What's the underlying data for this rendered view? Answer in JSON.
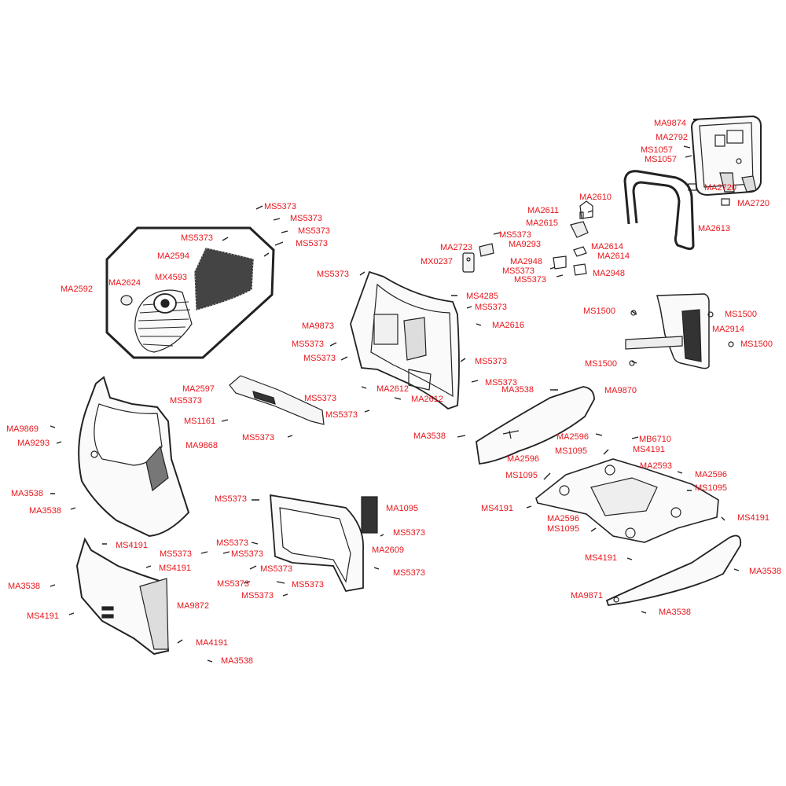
{
  "diagram": {
    "label_color": "#e8161c",
    "line_color": "#222222",
    "labels": [
      {
        "id": "MA9874",
        "text": "MA9874"
      },
      {
        "id": "MA2792",
        "text": "MA2792"
      },
      {
        "id": "MS1057a",
        "text": "MS1057"
      },
      {
        "id": "MS1057b",
        "text": "MS1057"
      },
      {
        "id": "MA2720a",
        "text": "MA2720"
      },
      {
        "id": "MA2720b",
        "text": "MA2720"
      },
      {
        "id": "MA2610",
        "text": "MA2610"
      },
      {
        "id": "MA2611",
        "text": "MA2611"
      },
      {
        "id": "MA2615",
        "text": "MA2615"
      },
      {
        "id": "MA2613",
        "text": "MA2613"
      },
      {
        "id": "MS5373_t1",
        "text": "MS5373"
      },
      {
        "id": "MS5373_t2",
        "text": "MS5373"
      },
      {
        "id": "MS5373_t3",
        "text": "MS5373"
      },
      {
        "id": "MS5373_t4",
        "text": "MS5373"
      },
      {
        "id": "MS5373_t5",
        "text": "MS5373"
      },
      {
        "id": "MA2594",
        "text": "MA2594"
      },
      {
        "id": "MA2592",
        "text": "MA2592"
      },
      {
        "id": "MA2624",
        "text": "MA2624"
      },
      {
        "id": "MX4593",
        "text": "MX4593"
      },
      {
        "id": "MS5373_c1",
        "text": "MS5373"
      },
      {
        "id": "MA9293a",
        "text": "MA9293"
      },
      {
        "id": "MA2723",
        "text": "MA2723"
      },
      {
        "id": "MX0237",
        "text": "MX0237"
      },
      {
        "id": "MA2614a",
        "text": "MA2614"
      },
      {
        "id": "MA2614b",
        "text": "MA2614"
      },
      {
        "id": "MA2948a",
        "text": "MA2948"
      },
      {
        "id": "MS5373_c2",
        "text": "MS5373"
      },
      {
        "id": "MS5373_c3",
        "text": "MS5373"
      },
      {
        "id": "MA2948b",
        "text": "MA2948"
      },
      {
        "id": "MS5373_m1",
        "text": "MS5373"
      },
      {
        "id": "MS4285",
        "text": "MS4285"
      },
      {
        "id": "MS5373_m2",
        "text": "MS5373"
      },
      {
        "id": "MA2616",
        "text": "MA2616"
      },
      {
        "id": "MA9873",
        "text": "MA9873"
      },
      {
        "id": "MS5373_m3",
        "text": "MS5373"
      },
      {
        "id": "MS5373_m4",
        "text": "MS5373"
      },
      {
        "id": "MS5373_m5",
        "text": "MS5373"
      },
      {
        "id": "MS5373_m6",
        "text": "MS5373"
      },
      {
        "id": "MS1500a",
        "text": "MS1500"
      },
      {
        "id": "MS1500b",
        "text": "MS1500"
      },
      {
        "id": "MA2914",
        "text": "MA2914"
      },
      {
        "id": "MS1500c",
        "text": "MS1500"
      },
      {
        "id": "MS1500d",
        "text": "MS1500"
      },
      {
        "id": "MA2597",
        "text": "MA2597"
      },
      {
        "id": "MS5373_m7",
        "text": "MS5373"
      },
      {
        "id": "MA2612a",
        "text": "MA2612"
      },
      {
        "id": "MS5373_m8",
        "text": "MS5373"
      },
      {
        "id": "MA2612b",
        "text": "MA2612"
      },
      {
        "id": "MS5373_m9",
        "text": "MS5373"
      },
      {
        "id": "MS1161",
        "text": "MS1161"
      },
      {
        "id": "MS5373_m10",
        "text": "MS5373"
      },
      {
        "id": "MA3538a",
        "text": "MA3538"
      },
      {
        "id": "MA9870",
        "text": "MA9870"
      },
      {
        "id": "MA3538b",
        "text": "MA3538"
      },
      {
        "id": "MA2596a",
        "text": "MA2596"
      },
      {
        "id": "MB6710",
        "text": "MB6710"
      },
      {
        "id": "MS1095a",
        "text": "MS1095"
      },
      {
        "id": "MS4191a",
        "text": "MS4191"
      },
      {
        "id": "MA2596b",
        "text": "MA2596"
      },
      {
        "id": "MA2593",
        "text": "MA2593"
      },
      {
        "id": "MS1095b",
        "text": "MS1095"
      },
      {
        "id": "MA2596c",
        "text": "MA2596"
      },
      {
        "id": "MS1095c",
        "text": "MS1095"
      },
      {
        "id": "MS4191b",
        "text": "MS4191"
      },
      {
        "id": "MS4191c",
        "text": "MS4191"
      },
      {
        "id": "MA2596d",
        "text": "MA2596"
      },
      {
        "id": "MS1095d",
        "text": "MS1095"
      },
      {
        "id": "MS4191d",
        "text": "MS4191"
      },
      {
        "id": "MA3538c",
        "text": "MA3538"
      },
      {
        "id": "MA9871",
        "text": "MA9871"
      },
      {
        "id": "MA3538d",
        "text": "MA3538"
      },
      {
        "id": "MA9869",
        "text": "MA9869"
      },
      {
        "id": "MA9293b",
        "text": "MA9293"
      },
      {
        "id": "MA9868",
        "text": "MA9868"
      },
      {
        "id": "MA3538e",
        "text": "MA3538"
      },
      {
        "id": "MA3538f",
        "text": "MA3538"
      },
      {
        "id": "MS5373_b1",
        "text": "MS5373"
      },
      {
        "id": "MA1095",
        "text": "MA1095"
      },
      {
        "id": "MS5373_b2",
        "text": "MS5373"
      },
      {
        "id": "MA2609",
        "text": "MA2609"
      },
      {
        "id": "MS5373_b3",
        "text": "MS5373"
      },
      {
        "id": "MS5373_b4",
        "text": "MS5373"
      },
      {
        "id": "MS5373_b5",
        "text": "MS5373"
      },
      {
        "id": "MS5373_b6",
        "text": "MS5373"
      },
      {
        "id": "MS5373_b7",
        "text": "MS5373"
      },
      {
        "id": "MS5373_b8",
        "text": "MS5373"
      },
      {
        "id": "MS5373_b9",
        "text": "MS5373"
      },
      {
        "id": "MS5373_b10",
        "text": "MS5373"
      },
      {
        "id": "MS4191e",
        "text": "MS4191"
      },
      {
        "id": "MS4191f",
        "text": "MS4191"
      },
      {
        "id": "MA3538g",
        "text": "MA3538"
      },
      {
        "id": "MA9872",
        "text": "MA9872"
      },
      {
        "id": "MS4191g",
        "text": "MS4191"
      },
      {
        "id": "MA4191",
        "text": "MA4191"
      },
      {
        "id": "MA3538h",
        "text": "MA3538"
      }
    ]
  }
}
